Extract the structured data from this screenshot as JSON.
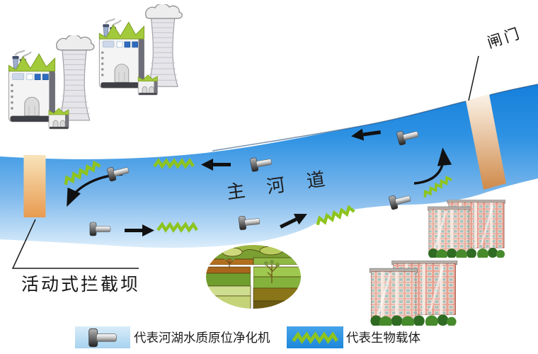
{
  "diagram": {
    "type": "river-water-purification-schematic",
    "labels": {
      "gate": "闸门",
      "dam": "活动式拦截坝",
      "main_channel": "主河道"
    },
    "legend": [
      {
        "icon": "purifier-machine-icon",
        "label": "代表河湖水质原位净化机"
      },
      {
        "icon": "bio-carrier-icon",
        "label": "代表生物载体"
      }
    ],
    "scene": {
      "purifier_machine_count": 6,
      "bio_carrier_count": 5,
      "straight_flow_arrow_count": 4,
      "curved_flow_arrow_count": 2,
      "factory_cluster_count": 2,
      "residential_cluster_count": 2,
      "farmland_count": 1
    },
    "colors": {
      "river_top": "#157fdb",
      "river_bottom": "#ddeefb",
      "dam_gate_orange": "#e09555",
      "bio_carrier_green": "#8dc41e",
      "arrow_black": "#111111",
      "legend_box_light_blue": "#aad4f1",
      "legend_box_blue": "#2f9ae6",
      "factory_roof_green": "#a3ca3a",
      "building_pink": "#e6a191"
    }
  }
}
